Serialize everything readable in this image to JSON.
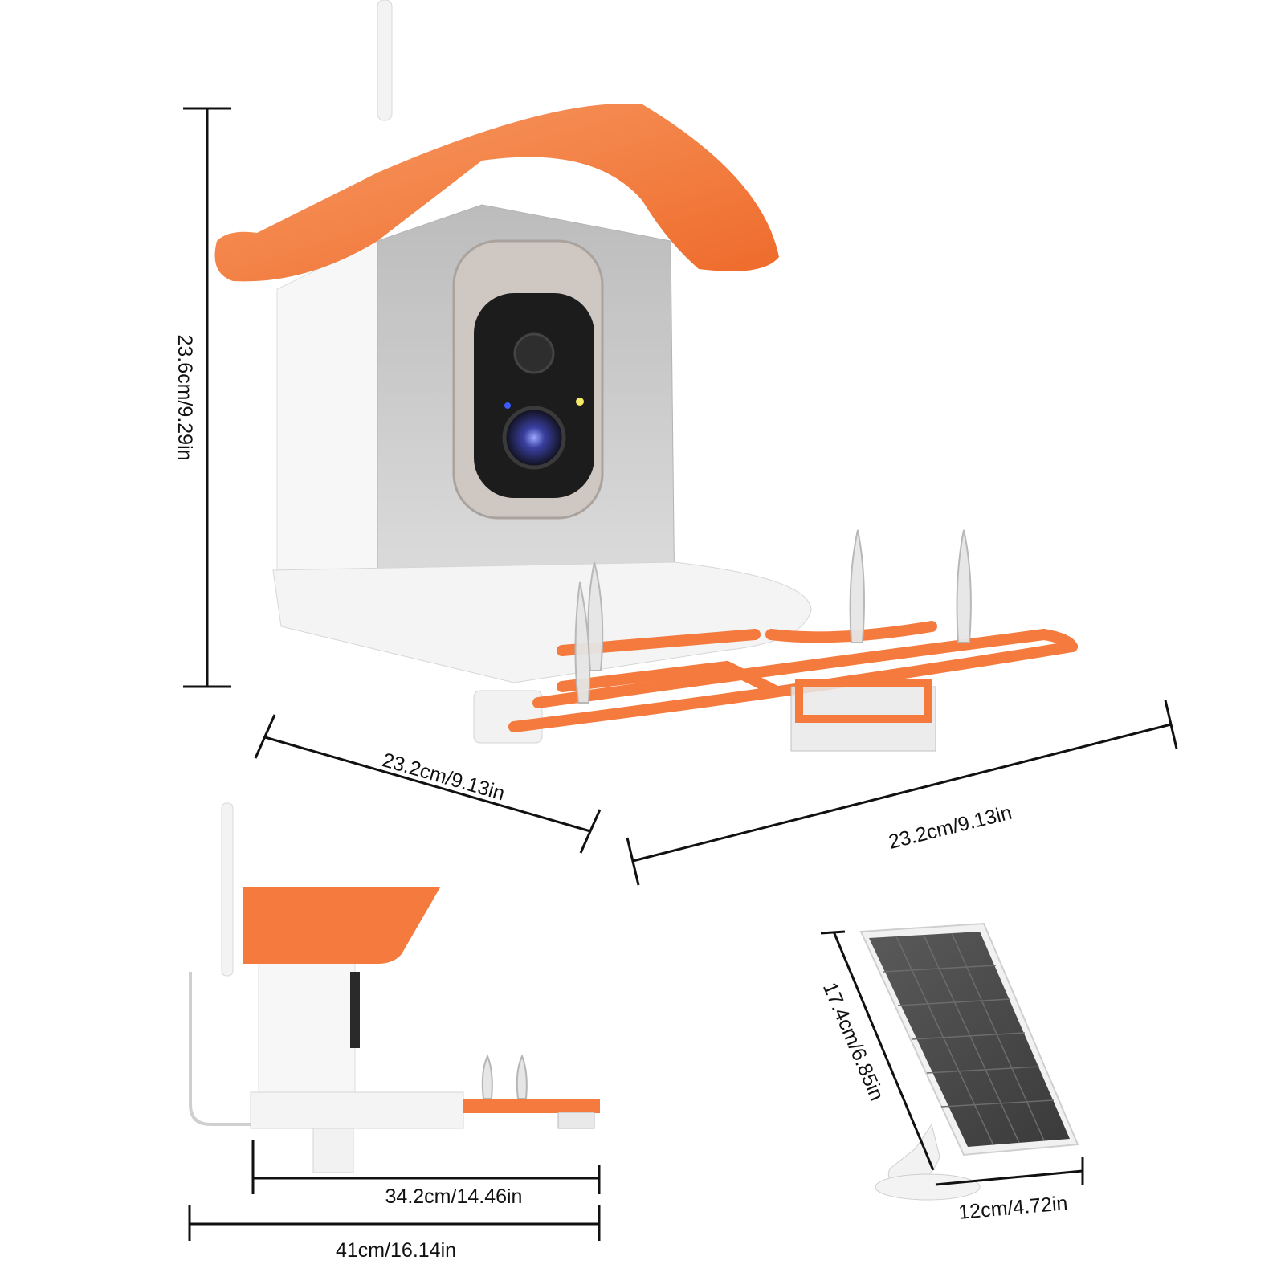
{
  "dimensions": {
    "height": "23.6cm/9.29in",
    "depth": "23.2cm/9.13in",
    "width": "23.2cm/9.13in",
    "side_inner": "34.2cm/14.46in",
    "side_total": "41cm/16.14in",
    "panel_height": "17.4cm/6.85in",
    "panel_width": "12cm/4.72in"
  },
  "colors": {
    "roof": "#f47a3d",
    "body": "#f6f6f6",
    "window": "#c9c9c9",
    "camera": "#1b1b1b",
    "solar": "#4a4a4a",
    "dim_line": "#111111"
  }
}
